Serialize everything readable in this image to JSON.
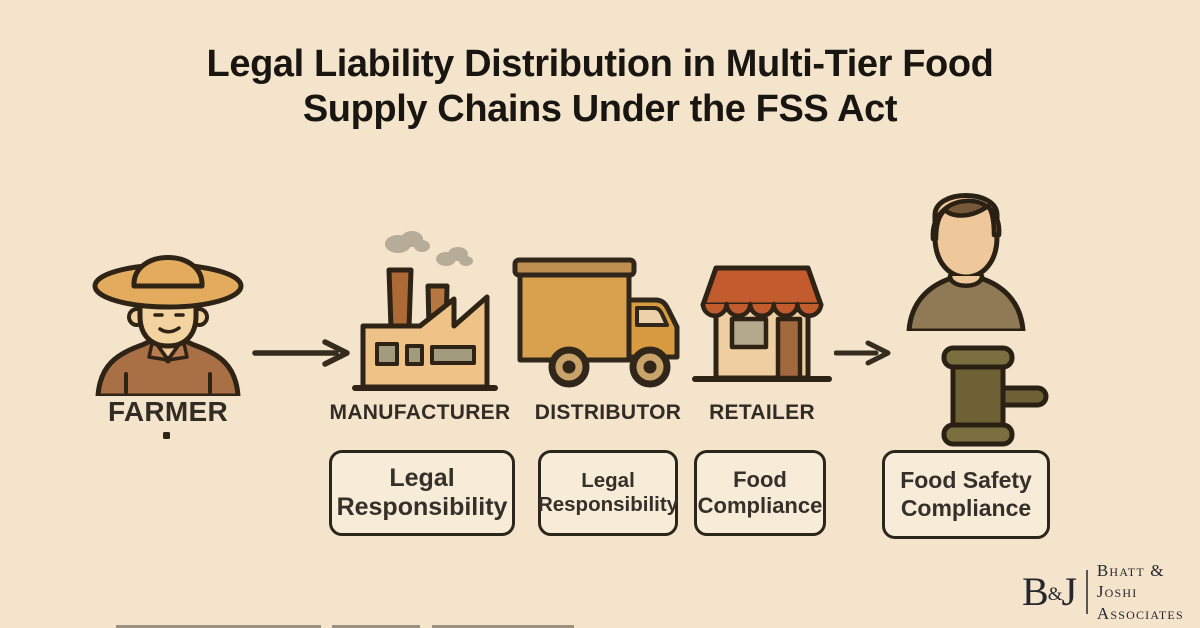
{
  "title": {
    "line1": "Legal Liability Distribution in Multi-Tier Food",
    "line2": "Supply Chains Under the FSS Act"
  },
  "stages": [
    {
      "label": "FARMER",
      "icon": "farmer-icon"
    },
    {
      "label": "MANUFACTURER",
      "icon": "factory-icon",
      "badge": {
        "line1": "Legal",
        "line2": "Responsibility"
      }
    },
    {
      "label": "DISTRIBUTOR",
      "icon": "truck-icon",
      "badge": {
        "line1": "Legal",
        "line2": "Responsibility"
      }
    },
    {
      "label": "RETAILER",
      "icon": "storefront-icon",
      "badge": {
        "line1": "Food",
        "line2": "Compliance"
      }
    },
    {
      "label": "",
      "icon": "consumer-person-icon,gavel-icon",
      "badge": {
        "line1": "Food Safety",
        "line2": "Compliance"
      }
    }
  ],
  "branding": {
    "monogram": {
      "b": "B",
      "amp": "&",
      "j": "J"
    },
    "name_line1": "Bhatt & Joshi",
    "name_line2": "Associates"
  },
  "palette": {
    "background": "#f4e4cc",
    "outline": "#2e2315",
    "title_text": "#191611",
    "label_text": "#332c24",
    "badge_bg": "#f7ecd8",
    "badge_border": "#2b261c",
    "awning_orange": "#c25b2d",
    "hat_tan": "#e2ab5e",
    "shirt_brown": "#a96f45",
    "factory_tan": "#efc287",
    "truck_orange": "#d9a14e",
    "gavel_olive": "#6f6136",
    "logo_ink": "#26262e"
  }
}
